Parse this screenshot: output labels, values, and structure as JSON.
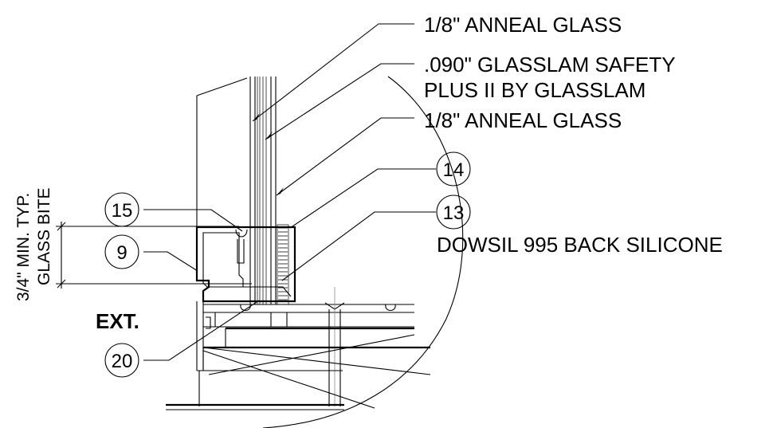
{
  "callouts": {
    "glass_outer": "1/8\" ANNEAL GLASS",
    "interlayer_line1": ".090\" GLASSLAM SAFETY",
    "interlayer_line2": "PLUS II BY GLASSLAM",
    "glass_inner": "1/8\" ANNEAL GLASS",
    "silicone": "DOWSIL 995 BACK SILICONE",
    "bite_line1": "3/4\" MIN. TYP.",
    "bite_line2": "GLASS BITE",
    "exterior": "EXT."
  },
  "tags": {
    "t14": "14",
    "t13": "13",
    "t15": "15",
    "t9": "9",
    "t20": "20"
  }
}
